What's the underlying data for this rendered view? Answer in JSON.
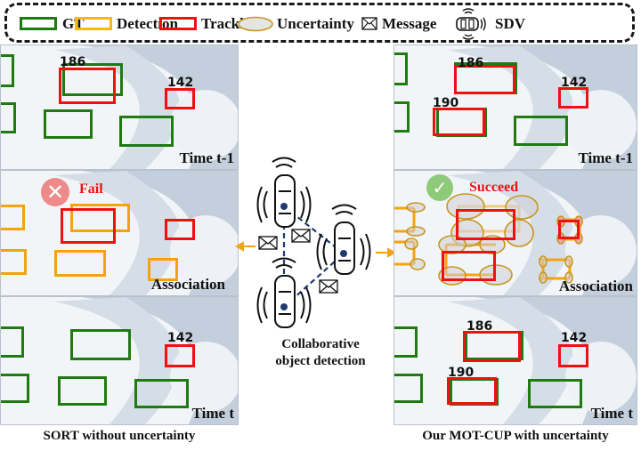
{
  "legend": {
    "items": [
      {
        "label": "GT",
        "kind": "box",
        "color": "#1f7a12"
      },
      {
        "label": "Detection",
        "kind": "box",
        "color": "#f5a20f"
      },
      {
        "label": "Tracklet",
        "kind": "box",
        "color": "#ee1111"
      },
      {
        "label": "Uncertainty",
        "kind": "ellipse",
        "color": "#c8961e"
      },
      {
        "label": "Message",
        "kind": "envelope-icon"
      },
      {
        "label": "SDV",
        "kind": "car-icon"
      }
    ]
  },
  "left": {
    "caption": "SORT without uncertainty",
    "panels": [
      {
        "label": "Time t-1",
        "ids": [
          "186",
          "142"
        ]
      },
      {
        "label": "Association",
        "status": "Fail",
        "status_icon": "cross-icon"
      },
      {
        "label": "Time t",
        "ids": [
          "142"
        ]
      }
    ]
  },
  "right": {
    "caption": "Our MOT-CUP with uncertainty",
    "panels": [
      {
        "label": "Time t-1",
        "ids": [
          "186",
          "142",
          "190"
        ]
      },
      {
        "label": "Association",
        "status": "Succeed",
        "status_icon": "check-icon"
      },
      {
        "label": "Time t",
        "ids": [
          "186",
          "142",
          "190"
        ]
      }
    ]
  },
  "center": {
    "line1": "Collaborative",
    "line2": "object detection"
  },
  "colors": {
    "gt": "#1f7a12",
    "detection": "#f5a20f",
    "tracklet": "#ee1111",
    "uncertainty": "#c8961e",
    "fail": "#ef8a8a",
    "succeed": "#8fc97a",
    "link": "#1f3a6e"
  }
}
